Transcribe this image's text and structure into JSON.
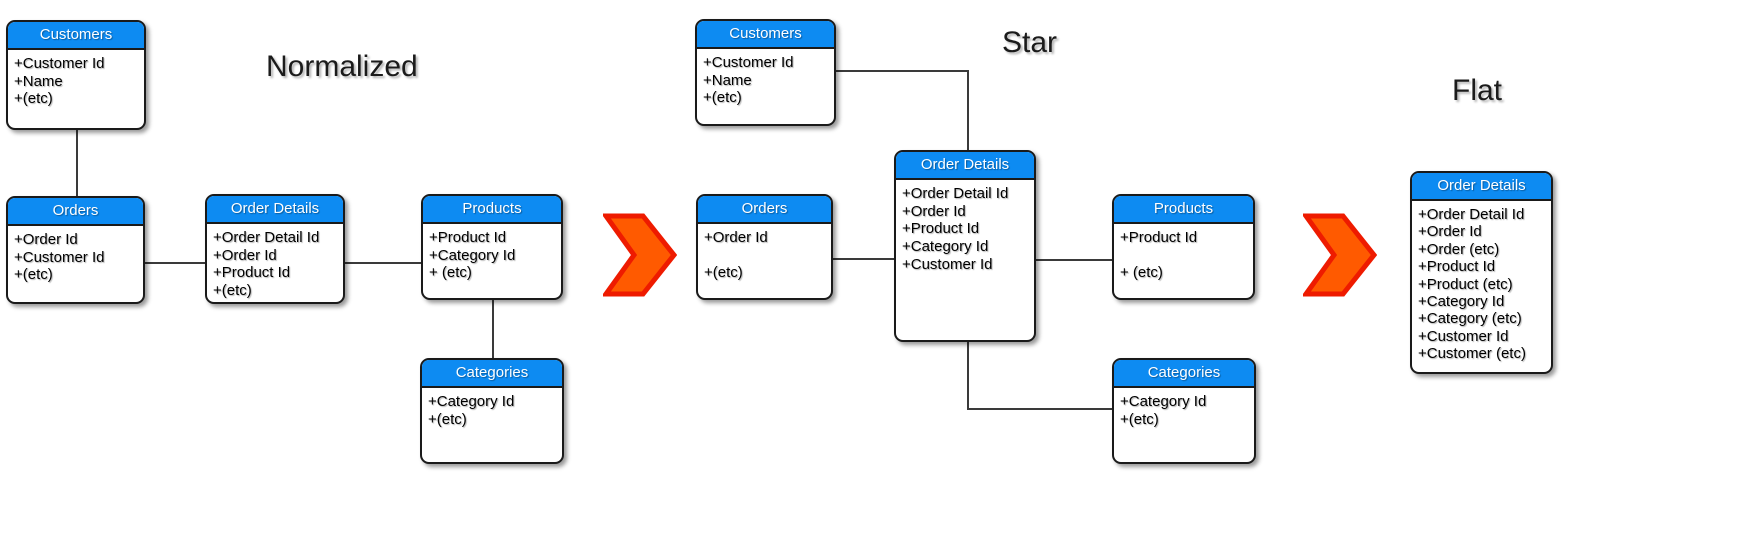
{
  "diagram": {
    "title_style_color": "#1b1b1b",
    "accent_blue": "#0d8bf2",
    "accent_orange": "#ff5a00",
    "arrow_stroke": "#ee1b00",
    "border_color": "#1a1a1a"
  },
  "sections": [
    {
      "id": "normalized",
      "caption": "Normalized"
    },
    {
      "id": "star",
      "caption": "Star"
    },
    {
      "id": "flat",
      "caption": "Flat"
    }
  ],
  "normalized": {
    "customers": {
      "title": "Customers",
      "attrs": [
        "+Customer Id",
        "+Name",
        "+(etc)"
      ]
    },
    "orders": {
      "title": "Orders",
      "attrs": [
        "+Order Id",
        "+Customer Id",
        "+(etc)"
      ]
    },
    "order_details": {
      "title": "Order Details",
      "attrs": [
        "+Order Detail Id",
        "+Order Id",
        "+Product Id",
        "+(etc)"
      ]
    },
    "products": {
      "title": "Products",
      "attrs": [
        "+Product Id",
        "+Category Id",
        "+ (etc)"
      ]
    },
    "categories": {
      "title": "Categories",
      "attrs": [
        "+Category Id",
        "+(etc)"
      ]
    }
  },
  "star": {
    "customers": {
      "title": "Customers",
      "attrs": [
        "+Customer Id",
        "+Name",
        "+(etc)"
      ]
    },
    "orders": {
      "title": "Orders",
      "attrs": [
        "+Order Id",
        "",
        "+(etc)"
      ]
    },
    "order_details": {
      "title": "Order Details",
      "attrs": [
        "+Order Detail Id",
        "+Order Id",
        "+Product Id",
        "+Category Id",
        "+Customer Id"
      ]
    },
    "products": {
      "title": "Products",
      "attrs": [
        "+Product Id",
        "",
        "+ (etc)"
      ]
    },
    "categories": {
      "title": "Categories",
      "attrs": [
        "+Category Id",
        "+(etc)"
      ]
    }
  },
  "flat": {
    "order_details": {
      "title": "Order Details",
      "attrs": [
        "+Order Detail Id",
        "+Order Id",
        "+Order (etc)",
        "+Product Id",
        "+Product (etc)",
        "+Category Id",
        "+Category (etc)",
        "+Customer Id",
        "+Customer (etc)"
      ]
    }
  },
  "arrows": [
    {
      "id": "arrow-normalized-to-star",
      "name": "chevron-arrow-icon"
    },
    {
      "id": "arrow-star-to-flat",
      "name": "chevron-arrow-icon"
    }
  ]
}
